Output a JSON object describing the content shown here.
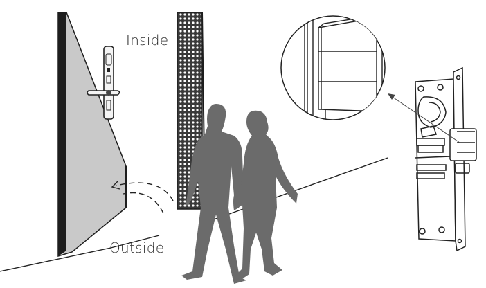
{
  "labels": {
    "inside": "Inside",
    "outside": "Outside"
  },
  "colors": {
    "line": "#222222",
    "door_face": "#c8c8c8",
    "door_edge": "#1e1e1e",
    "people": "#6b6b6b",
    "magnifier_fill": "#ffffff"
  },
  "icons": {
    "door": "door-illustration",
    "handle": "door-handle-lock",
    "people": "couple-walking-silhouette",
    "lock_body": "mortise-lock-body",
    "magnifier": "zoom-circle-latch"
  }
}
